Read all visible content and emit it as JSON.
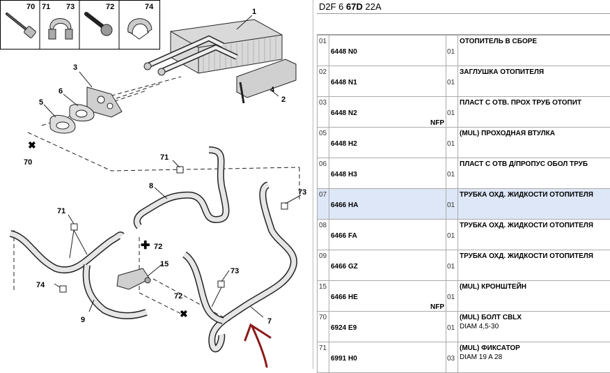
{
  "diagram": {
    "thumbnails": [
      {
        "label": "70"
      },
      {
        "label": "71"
      },
      {
        "label": "73"
      },
      {
        "label": "72"
      },
      {
        "label": "74"
      }
    ],
    "callouts": {
      "c1": "1",
      "c2": "2",
      "c3": "3",
      "c4": "4",
      "c5": "5",
      "c6": "6",
      "c70": "70",
      "c71a": "71",
      "c8": "8",
      "c73a": "73",
      "c71b": "71",
      "c72a": "72",
      "c15": "15",
      "c73b": "73",
      "c74": "74",
      "c72b": "72",
      "c9": "9",
      "c7": "7"
    }
  },
  "parts_header": {
    "prefix": "D2F 6 ",
    "bold": "67D",
    "suffix": " 22A"
  },
  "parts": [
    {
      "index": "01",
      "ref": "6448 N0",
      "nfp": "",
      "qty": "01",
      "desc": "ОТОПИТЕЛЬ В СБОРЕ",
      "desc2": "",
      "selected": false
    },
    {
      "index": "02",
      "ref": "6448 N1",
      "nfp": "",
      "qty": "01",
      "desc": "ЗАГЛУШКА ОТОПИТЕЛЯ",
      "desc2": "",
      "selected": false
    },
    {
      "index": "03",
      "ref": "6448 N2",
      "nfp": "NFP",
      "qty": "01",
      "desc": "ПЛАСТ С ОТВ. ПРОХ ТРУБ ОТОПИТ",
      "desc2": "",
      "selected": false
    },
    {
      "index": "05",
      "ref": "6448 H2",
      "nfp": "",
      "qty": "01",
      "desc": "(MUL) ПРОХОДНАЯ ВТУЛКА",
      "desc2": "",
      "selected": false
    },
    {
      "index": "06",
      "ref": "6448 H3",
      "nfp": "",
      "qty": "01",
      "desc": "ПЛАСТ С ОТВ Д/ПРОПУС ОБОЛ ТРУБ",
      "desc2": "",
      "selected": false
    },
    {
      "index": "07",
      "ref": "6466 HA",
      "nfp": "",
      "qty": "01",
      "desc": "ТРУБКА ОХД. ЖИДКОСТИ ОТОПИТЕЛЯ",
      "desc2": "",
      "selected": true
    },
    {
      "index": "08",
      "ref": "6466 FA",
      "nfp": "",
      "qty": "01",
      "desc": "ТРУБКА ОХД. ЖИДКОСТИ ОТОПИТЕЛЯ",
      "desc2": "",
      "selected": false
    },
    {
      "index": "09",
      "ref": "6466 GZ",
      "nfp": "",
      "qty": "01",
      "desc": "ТРУБКА ОХД. ЖИДКОСТИ ОТОПИТЕЛЯ",
      "desc2": "",
      "selected": false
    },
    {
      "index": "15",
      "ref": "6466 HE",
      "nfp": "NFP",
      "qty": "01",
      "desc": "(MUL) КРОНШТЕЙН",
      "desc2": "",
      "selected": false
    },
    {
      "index": "70",
      "ref": "6924 E9",
      "nfp": "",
      "qty": "01",
      "desc": "(MUL) БОЛТ CBLX",
      "desc2": "DIAM 4,5-30",
      "selected": false
    },
    {
      "index": "71",
      "ref": "6991 H0",
      "nfp": "",
      "qty": "03",
      "desc": "(MUL) ФИКСАТОР",
      "desc2": "DIAM 19 A 28",
      "selected": false
    }
  ]
}
